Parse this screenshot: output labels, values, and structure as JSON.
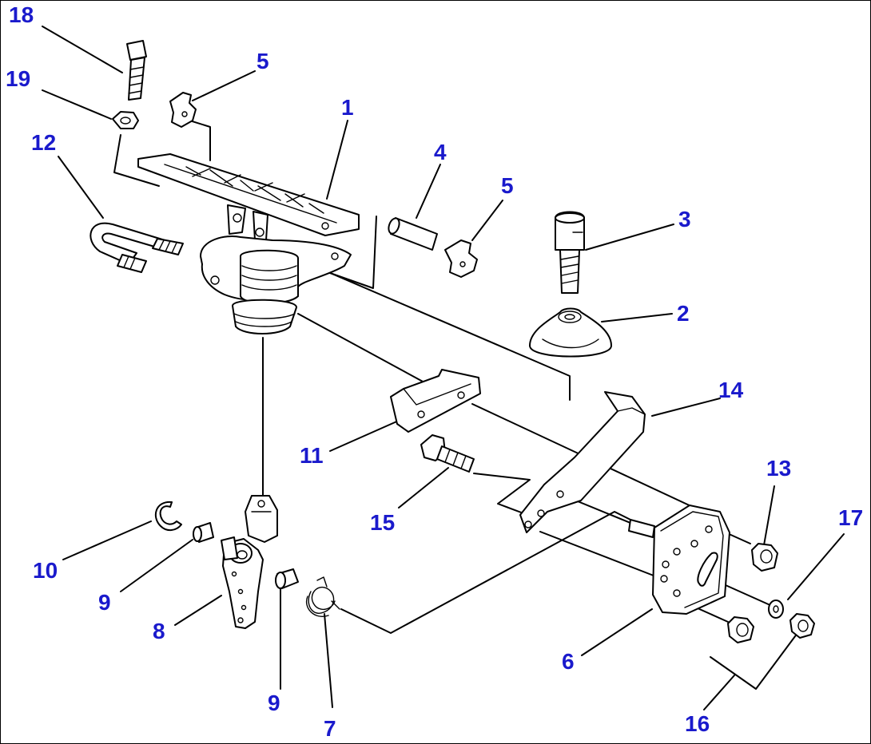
{
  "colors": {
    "callout_text": "#1a1acc",
    "line_art": "#000000",
    "background": "#ffffff"
  },
  "callouts": {
    "c18": "18",
    "c19": "19",
    "c12": "12",
    "c5a": "5",
    "c1": "1",
    "c4": "4",
    "c5b": "5",
    "c3": "3",
    "c2": "2",
    "c14": "14",
    "c11": "11",
    "c13": "13",
    "c17": "17",
    "c15": "15",
    "c10": "10",
    "c9a": "9",
    "c8": "8",
    "c9b": "9",
    "c7": "7",
    "c6": "6",
    "c16": "16"
  }
}
